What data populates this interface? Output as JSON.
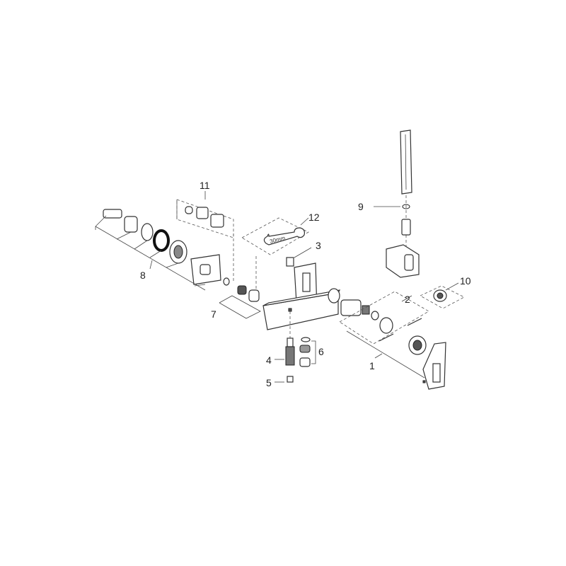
{
  "diagram": {
    "title": "Exploded parts view of a bath/shower mixer",
    "callouts": [
      "1",
      "2",
      "3",
      "4",
      "5",
      "6",
      "7",
      "8",
      "9",
      "10",
      "11",
      "12"
    ],
    "wrench_label": "30mm"
  }
}
